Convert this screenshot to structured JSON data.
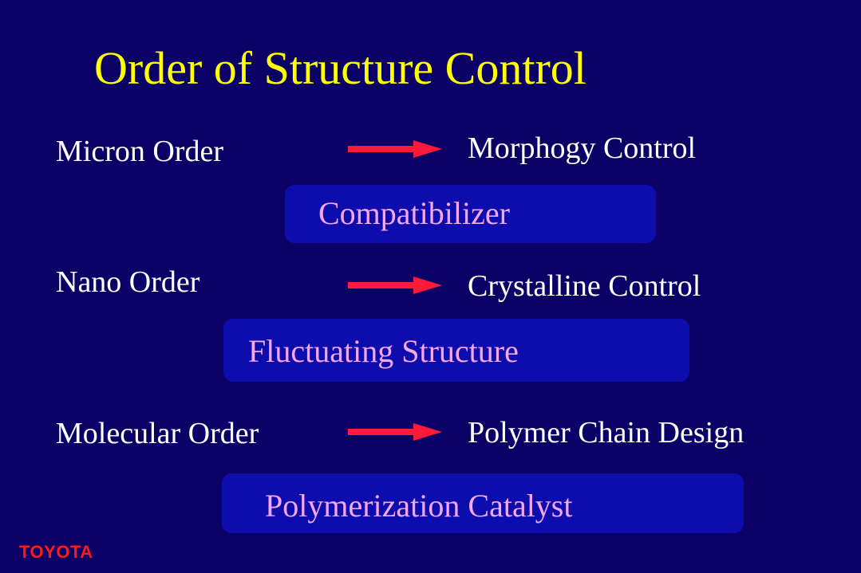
{
  "slide": {
    "title": "Order of Structure Control",
    "rows": [
      {
        "order": "Micron Order",
        "control": "Morphogy Control",
        "method": "Compatibilizer",
        "arrow_icon": "right-arrow-icon"
      },
      {
        "order": "Nano Order",
        "control": "Crystalline Control",
        "method": "Fluctuating Structure",
        "arrow_icon": "right-arrow-icon"
      },
      {
        "order": "Molecular Order",
        "control": "Polymer Chain Design",
        "method": "Polymerization Catalyst",
        "arrow_icon": "right-arrow-icon"
      }
    ],
    "logo": "TOYOTA"
  },
  "colors": {
    "background": "#0a0066",
    "title": "#ffff00",
    "body_text": "#ffffff",
    "box_fill": "#0d0dad",
    "box_text": "#f4a6ee",
    "arrow": "#ff1a3a",
    "logo": "#ff1a1a"
  }
}
